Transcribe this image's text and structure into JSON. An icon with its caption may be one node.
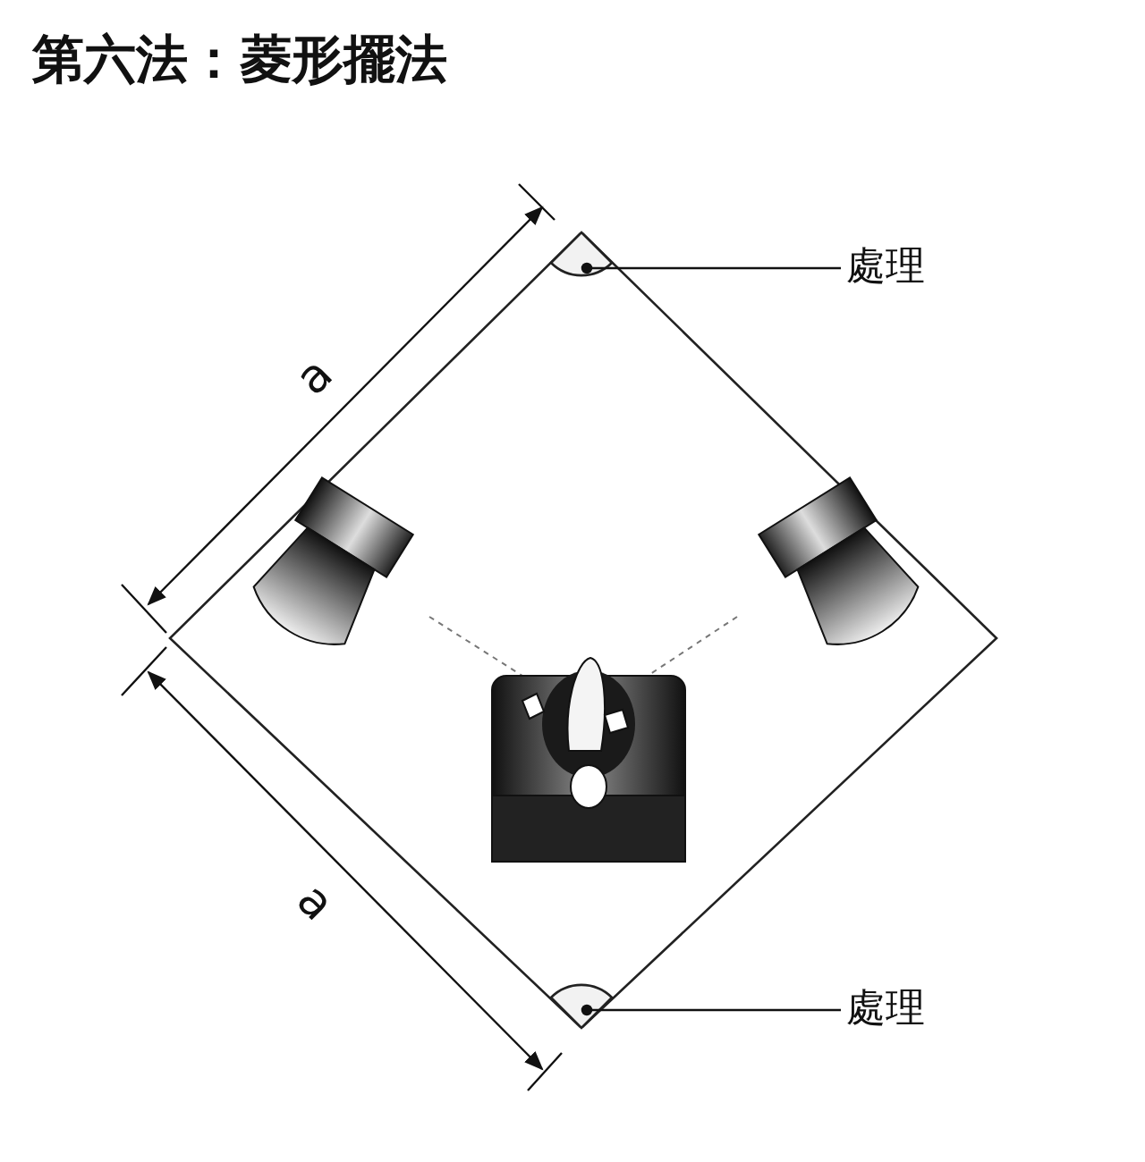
{
  "diagram": {
    "title": "第六法：菱形擺法",
    "nodes": [
      {
        "text": [],
        "shape": "circle"
      },
      {
        "text": [
          "處理"
        ]
      },
      {
        "text": [],
        "shape": "circle"
      },
      {
        "text": [
          "處理"
        ]
      }
    ],
    "edges": [
      {
        "from": 1,
        "to": 0,
        "arrow": "other"
      },
      {
        "from": 3,
        "to": 2,
        "arrow": "other"
      }
    ],
    "labels": [
      "a",
      "a"
    ]
  }
}
